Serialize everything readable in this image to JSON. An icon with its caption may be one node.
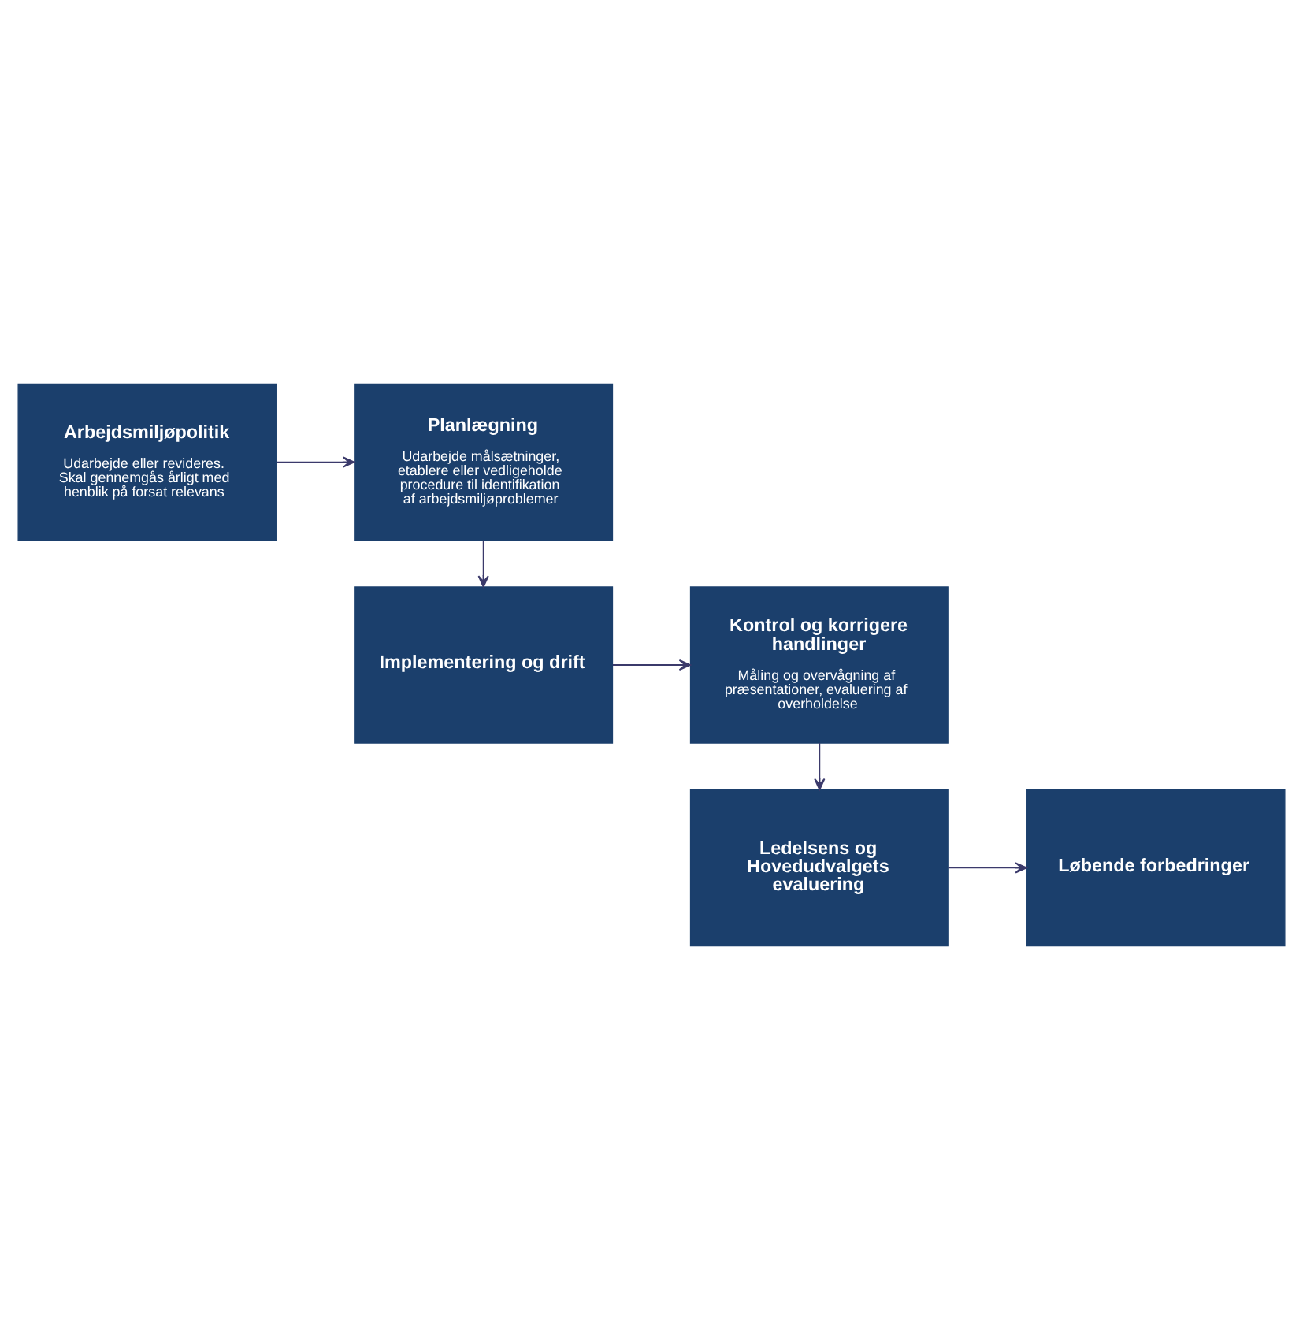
{
  "diagram": {
    "nodes": [
      {
        "text": [
          "Arbejdsmiljøpolitik",
          "Udarbejde eller revideres. Skal gennemgås årligt med henblik på forsat relevans"
        ]
      },
      {
        "text": [
          "Planlægning",
          "Udarbejde målsætninger, etablere eller vedligeholde procedure til identifikation af arbejdsmiljøproblemer"
        ]
      },
      {
        "text": [
          "Implementering og drift"
        ]
      },
      {
        "text": [
          "Kontrol og korrigere handlinger",
          "Måling og overvågning af præsentationer, evaluering af overholdelse"
        ]
      },
      {
        "text": [
          "Ledelsens og Hovedudvalgets evaluering"
        ]
      },
      {
        "text": [
          "Løbende forbedringer"
        ]
      }
    ],
    "edges": [
      {
        "from": 0,
        "to": 1,
        "arrow": "to"
      },
      {
        "from": 1,
        "to": 2,
        "arrow": "to"
      },
      {
        "from": 2,
        "to": 3,
        "arrow": "to"
      },
      {
        "from": 3,
        "to": 4,
        "arrow": "to"
      },
      {
        "from": 4,
        "to": 5,
        "arrow": "to"
      }
    ]
  }
}
